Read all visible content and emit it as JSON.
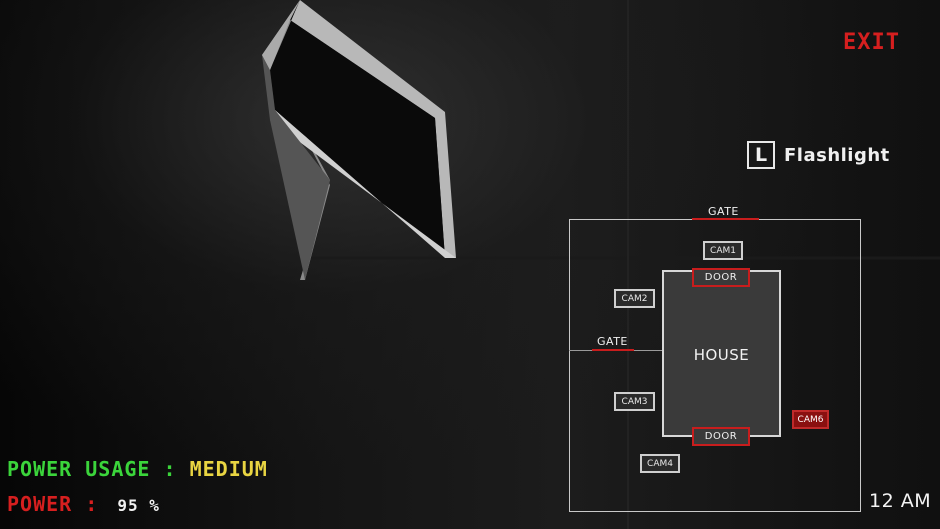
{
  "hud": {
    "exit_label": "EXIT",
    "flashlight_key": "L",
    "flashlight_label": "Flashlight",
    "power_usage_label": "POWER USAGE",
    "power_usage_sep": ":",
    "power_usage_value": "MEDIUM",
    "power_label": "POWER",
    "power_sep": ":",
    "power_value": "95 %",
    "time": "12 AM"
  },
  "map": {
    "gate_top": "GATE",
    "gate_left": "GATE",
    "house": "HOUSE",
    "door_top": "DOOR",
    "door_bottom": "DOOR",
    "cams": [
      "CAM1",
      "CAM2",
      "CAM3",
      "CAM4",
      "CAM6"
    ],
    "active_cam": "CAM6"
  },
  "colors": {
    "exit": "#d61f1f",
    "power_usage_label": "#3bd43b",
    "power_usage_value": "#e9d542",
    "power_label": "#d61f1f",
    "door_border": "#c81d1d",
    "active_cam": "#8a1010"
  }
}
